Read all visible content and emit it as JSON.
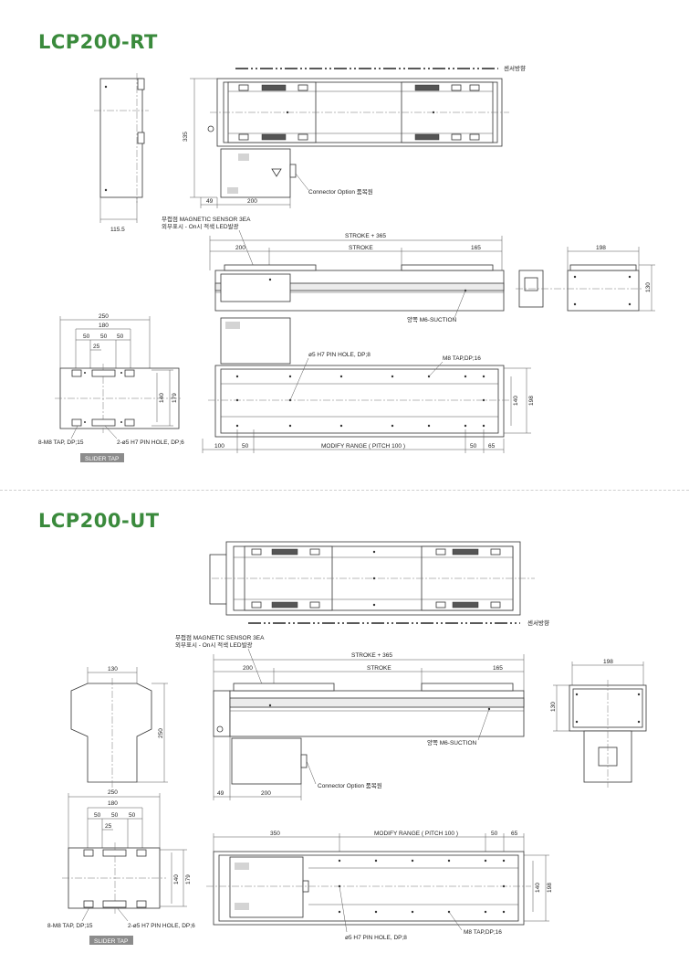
{
  "section1": {
    "title": "LCP200-RT",
    "sensor_direction": "센서방향",
    "connector_label": "Connector Option 품목원",
    "sensor_note_1": "무접점 MAGNETIC SENSOR 3EA",
    "sensor_note_2": "외부표시 - On시 적색 LED발광",
    "suction_label": "양쪽 M6-SUCTION",
    "pin_hole_label": "ø5 H7 PIN HOLE, DP;8",
    "m8_tap_label": "M8 TAP,DP;16",
    "modify_range": "MODIFY RANGE ( PITCH 100 )",
    "stroke_plus": "STROKE + 365",
    "stroke": "STROKE",
    "slider_tap_label": "8-M8 TAP, DP;15",
    "slider_pin_label": "2-ø5 H7 PIN HOLE, DP;6",
    "slider_tag": "SLIDER TAP",
    "dims": {
      "d335": "335",
      "d115_5": "115.5",
      "d49": "49",
      "d200": "200",
      "d200b": "200",
      "d165": "165",
      "d198": "198",
      "d130": "130",
      "d250": "250",
      "d180": "180",
      "d50a": "50",
      "d50b": "50",
      "d50c": "50",
      "d25": "25",
      "d140": "140",
      "d179": "179",
      "d100": "100",
      "d50d": "50",
      "d50e": "50",
      "d65": "65",
      "d140b": "140",
      "d198b": "198"
    }
  },
  "section2": {
    "title": "LCP200-UT",
    "sensor_direction": "센서방향",
    "connector_label": "Connector Option 품목원",
    "sensor_note_1": "무접점 MAGNETIC SENSOR 3EA",
    "sensor_note_2": "외부표시 - On시 적색 LED발광",
    "suction_label": "양쪽 M6-SUCTION",
    "pin_hole_label": "ø5 H7 PIN HOLE, DP;8",
    "m8_tap_label": "M8 TAP,DP;16",
    "modify_range": "MODIFY RANGE ( PITCH 100 )",
    "stroke_plus": "STROKE + 365",
    "stroke": "STROKE",
    "slider_tap_label": "8-M8 TAP, DP;15",
    "slider_pin_label": "2-ø5 H7 PIN HOLE, DP;6",
    "slider_tag": "SLIDER TAP",
    "dims": {
      "d130": "130",
      "d250": "250",
      "d49": "49",
      "d200": "200",
      "d200b": "200",
      "d165": "165",
      "d198": "198",
      "d130b": "130",
      "d250b": "250",
      "d180": "180",
      "d50a": "50",
      "d50b": "50",
      "d50c": "50",
      "d25": "25",
      "d140": "140",
      "d179": "179",
      "d350": "350",
      "d50d": "50",
      "d65": "65",
      "d140b": "140",
      "d198b": "198"
    }
  }
}
